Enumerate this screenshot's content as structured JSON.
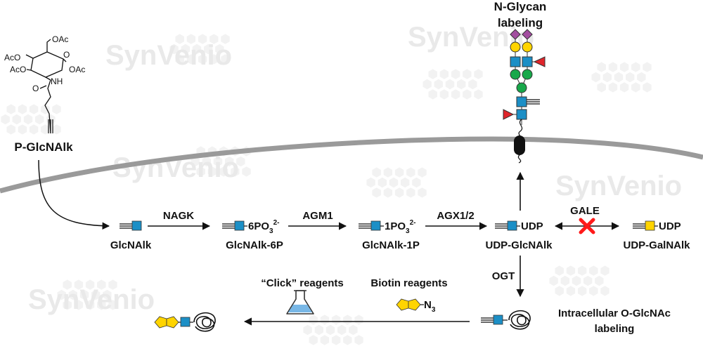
{
  "watermark": "SynVenio",
  "colors": {
    "glcnac": "#1c8fc6",
    "galnac": "#ffd400",
    "galactose": "#ffd400",
    "mannose": "#18a84a",
    "fucose": "#e0252b",
    "sialic": "#a34ea0",
    "membrane": "#9a9a9a",
    "inhibit": "#ff1a1a",
    "flask_liquid": "#78b7e6"
  },
  "top_label": {
    "line1": "N-Glycan",
    "line2": "labeling"
  },
  "precursor": {
    "label": "P-GlcNAlk",
    "ac_groups": [
      "OAc",
      "AcO",
      "AcO",
      "OAc"
    ],
    "nh": "NH",
    "o": "O"
  },
  "pathway": {
    "nodes": [
      {
        "name": "GlcNAlk",
        "suffix": "",
        "charge": ""
      },
      {
        "name": "GlcNAlk-6P",
        "suffix": "6PO",
        "charge": "2-"
      },
      {
        "name": "GlcNAlk-1P",
        "suffix": "1PO",
        "charge": "2-"
      },
      {
        "name": "UDP-GlcNAlk",
        "suffix": "UDP",
        "charge": ""
      },
      {
        "name": "UDP-GalNAlk",
        "suffix": "UDP",
        "charge": ""
      }
    ],
    "phos_sub": "3",
    "enzymes": {
      "nagk": "NAGK",
      "agm1": "AGM1",
      "agx": "AGX1/2",
      "gale": "GALE",
      "ogt": "OGT"
    }
  },
  "bottom": {
    "click_label": "“Click” reagents",
    "biotin_label": "Biotin reagents",
    "azide": "N",
    "azide_sub": "3",
    "oglcnac_line1": "Intracellular O-GlcNAc",
    "oglcnac_line2": "labeling"
  }
}
